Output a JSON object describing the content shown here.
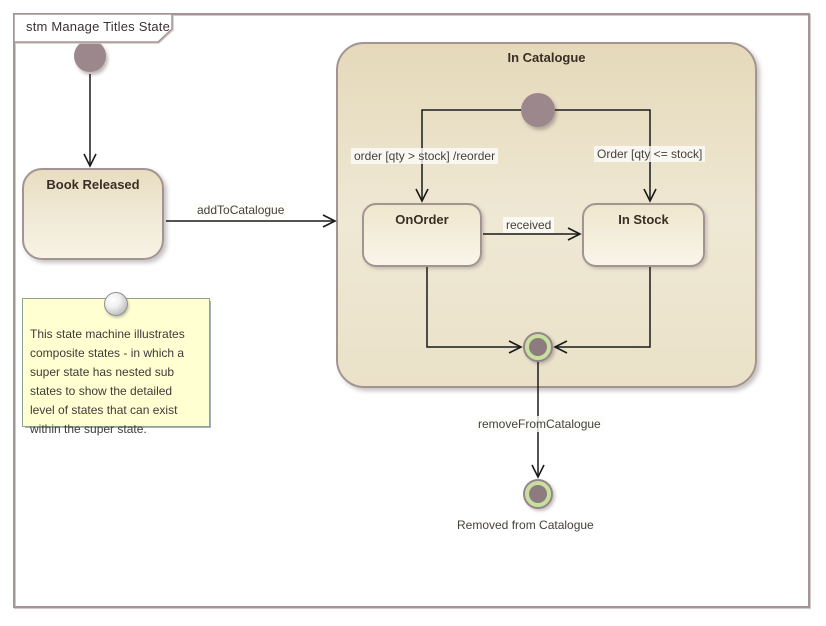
{
  "frame": {
    "label": "stm Manage Titles State"
  },
  "states": {
    "book_released": {
      "label": "Book Released"
    },
    "in_catalogue": {
      "label": "In Catalogue"
    },
    "on_order": {
      "label": "OnOrder"
    },
    "in_stock": {
      "label": "In Stock"
    }
  },
  "transitions": {
    "add_to_catalogue": {
      "label": "addToCatalogue"
    },
    "order_reorder": {
      "label": "order [qty > stock] /reorder"
    },
    "order_le_stock": {
      "label": "Order [qty <= stock]"
    },
    "received": {
      "label": "received"
    },
    "remove_from_catalogue": {
      "label": "removeFromCatalogue"
    }
  },
  "final_states": {
    "removed_from_catalogue": {
      "label": "Removed from Catalogue"
    }
  },
  "note": {
    "lines": [
      "This state machine illustrates",
      "composite states - in which a",
      "super state has nested sub",
      "states to show the detailed",
      "level of states that can exist",
      "within the super state."
    ]
  },
  "colors": {
    "frame_border": "#a59595",
    "state_border": "#a39494",
    "state_fill_top": "#e5d9ba",
    "state_fill_bottom": "#f7f2e3",
    "initial_state_fill": "#9b878c",
    "final_state_ring": "#c7e09e",
    "final_state_dot": "#8d7b7f",
    "note_fill": "#ffffd2",
    "note_border": "#8ea393",
    "connector": "#1a1a1a"
  }
}
